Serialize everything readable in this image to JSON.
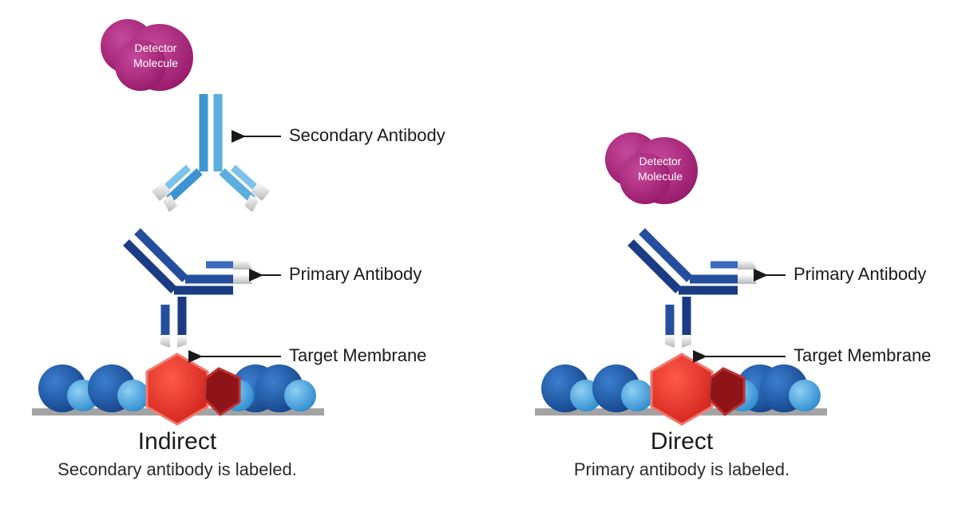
{
  "indirect": {
    "detector": {
      "line1": "Detector",
      "line2": "Molecule"
    },
    "callouts": {
      "secondary": "Secondary Antibody",
      "primary": "Primary Antibody",
      "target": "Target Membrane"
    },
    "title": "Indirect",
    "caption": "Secondary antibody is labeled."
  },
  "direct": {
    "detector": {
      "line1": "Detector",
      "line2": "Molecule"
    },
    "callouts": {
      "primary": "Primary Antibody",
      "target": "Target Membrane"
    },
    "title": "Direct",
    "caption": "Primary antibody is labeled."
  },
  "colors": {
    "detector": "#b0287e",
    "secondary_antibody": "#4a9fd8",
    "primary_antibody": "#1d3f8c",
    "antigen": "#e02a22",
    "antigen_dark": "#8e1418",
    "membrane_sphere": "#1f5fae",
    "membrane_light": "#3a9ad8",
    "membrane_base": "#a0a0a0"
  }
}
